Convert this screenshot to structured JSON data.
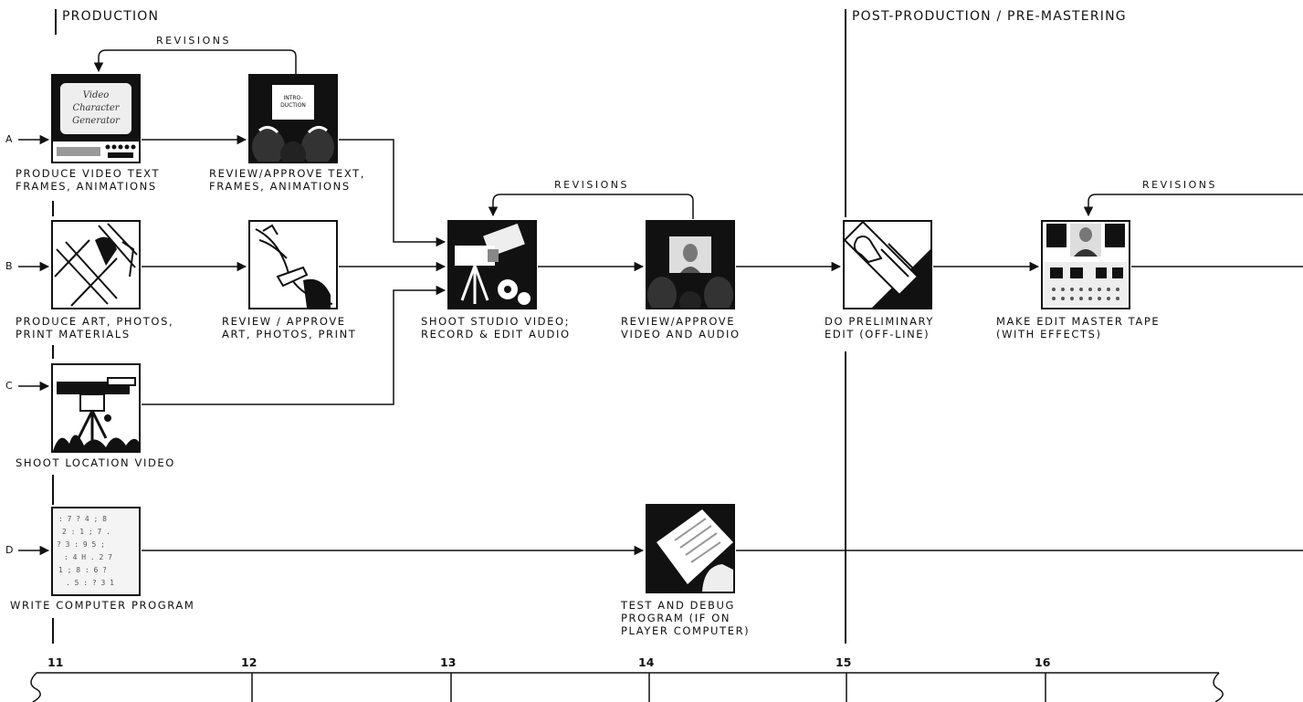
{
  "sections": {
    "production": "PRODUCTION",
    "post_production": "POST-PRODUCTION / PRE-MASTERING"
  },
  "revisions_label": "REVISIONS",
  "rows": [
    "A",
    "B",
    "C",
    "D"
  ],
  "steps": {
    "produce_video_text": [
      "PRODUCE VIDEO TEXT",
      "FRAMES, ANIMATIONS"
    ],
    "review_text": [
      "REVIEW/APPROVE TEXT,",
      "FRAMES, ANIMATIONS"
    ],
    "produce_art": [
      "PRODUCE ART, PHOTOS,",
      "PRINT MATERIALS"
    ],
    "review_art": [
      "REVIEW / APPROVE",
      "ART, PHOTOS, PRINT"
    ],
    "shoot_location": [
      "SHOOT LOCATION VIDEO"
    ],
    "write_program": [
      "WRITE COMPUTER PROGRAM"
    ],
    "shoot_studio": [
      "SHOOT STUDIO VIDEO;",
      "RECORD & EDIT AUDIO"
    ],
    "review_video": [
      "REVIEW/APPROVE",
      "VIDEO AND AUDIO"
    ],
    "test_debug": [
      "TEST AND DEBUG",
      "PROGRAM (IF ON",
      "PLAYER COMPUTER)"
    ],
    "preliminary_edit": [
      "DO PRELIMINARY",
      "EDIT (OFF-LINE)"
    ],
    "edit_master": [
      "MAKE EDIT MASTER TAPE",
      "(WITH EFFECTS)"
    ]
  },
  "screen_text": {
    "character_generator": [
      "Video",
      "Character",
      "Generator"
    ],
    "introduction": [
      "INTRO-",
      "DUCTION"
    ]
  },
  "timeline": {
    "ticks": [
      "11",
      "12",
      "13",
      "14",
      "15",
      "16"
    ]
  }
}
